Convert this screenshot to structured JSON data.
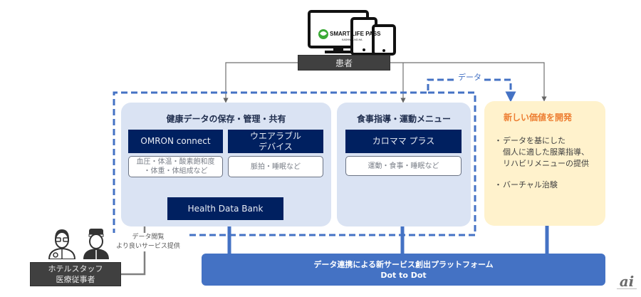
{
  "header": {
    "app_logo_title": "SMART LIFE PASS",
    "app_logo_subtitle": "KASHIWA-NO-HA",
    "patient_label": "患者"
  },
  "panels": {
    "health": {
      "title": "健康データの保存・管理・共有",
      "omron": "OMRON connect",
      "omron_details": [
        "血圧・体温・酸素飽和度",
        "・体重・体組成など"
      ],
      "wearable": [
        "ウエアラブル",
        "デバイス"
      ],
      "wearable_details": "脈拍・睡眠など",
      "data_bank": "Health Data Bank"
    },
    "food": {
      "title": "食事指導・運動メニュー",
      "service": "カロママ プラス",
      "details": "運動・食事・睡眠など"
    },
    "new_value": {
      "title": "新しい価値を開発",
      "bullets": [
        [
          "データを基にした",
          "個人に適した服薬指導、",
          "リハビリメニューの提供"
        ],
        [
          "バーチャル治験"
        ]
      ]
    }
  },
  "data_flow_label": "データ",
  "platform": {
    "line1": "データ連携による新サービス創出プラットフォーム",
    "line2": "Dot to Dot"
  },
  "staff": {
    "line1": "ホテルスタッフ",
    "line2": "医療従事者",
    "caption_line1": "データ閲覧",
    "caption_line2": "より良いサービス提供"
  },
  "watermark": "ai",
  "colors": {
    "navy": "#002060",
    "panel_blue": "#dae3f3",
    "panel_yellow": "#fff2cc",
    "accent_orange": "#ed7d31",
    "platform_blue": "#4472c4",
    "dark_label": "#404040"
  }
}
